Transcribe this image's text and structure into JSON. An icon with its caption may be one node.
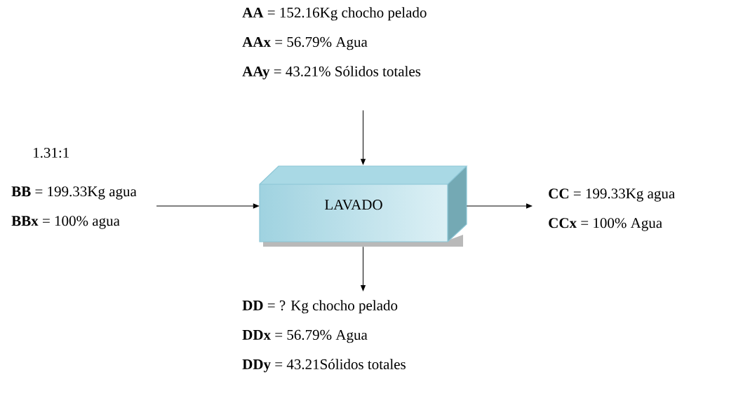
{
  "diagram": {
    "nodes": [
      {
        "text": [
          "LAVADO"
        ]
      },
      {
        "text": [
          "**AA** = 152.16Kg chocho pelado",
          "**AAx** = 56.79% Agua",
          "**AAy** = 43.21% Sólidos totales"
        ]
      },
      {
        "text": [
          "**BB** = 199.33Kg agua",
          "**BBx** = 100% agua"
        ]
      },
      {
        "text": [
          "**CC** = 199.33Kg agua",
          "**CCx** = 100% Agua"
        ]
      },
      {
        "text": [
          "**DD** = ? Kg chocho pelado",
          "**DDx** = 56.79% Agua",
          "**DDy** = 43.21Sólidos totales"
        ]
      }
    ],
    "edges": [
      {
        "from": 1,
        "to": 0,
        "arrow": "to"
      },
      {
        "from": 2,
        "to": 0,
        "arrow": "to"
      },
      {
        "from": 0,
        "to": 3,
        "arrow": "to"
      },
      {
        "from": 0,
        "to": 4,
        "arrow": "to"
      }
    ],
    "labels": [
      "1.31:1"
    ]
  }
}
